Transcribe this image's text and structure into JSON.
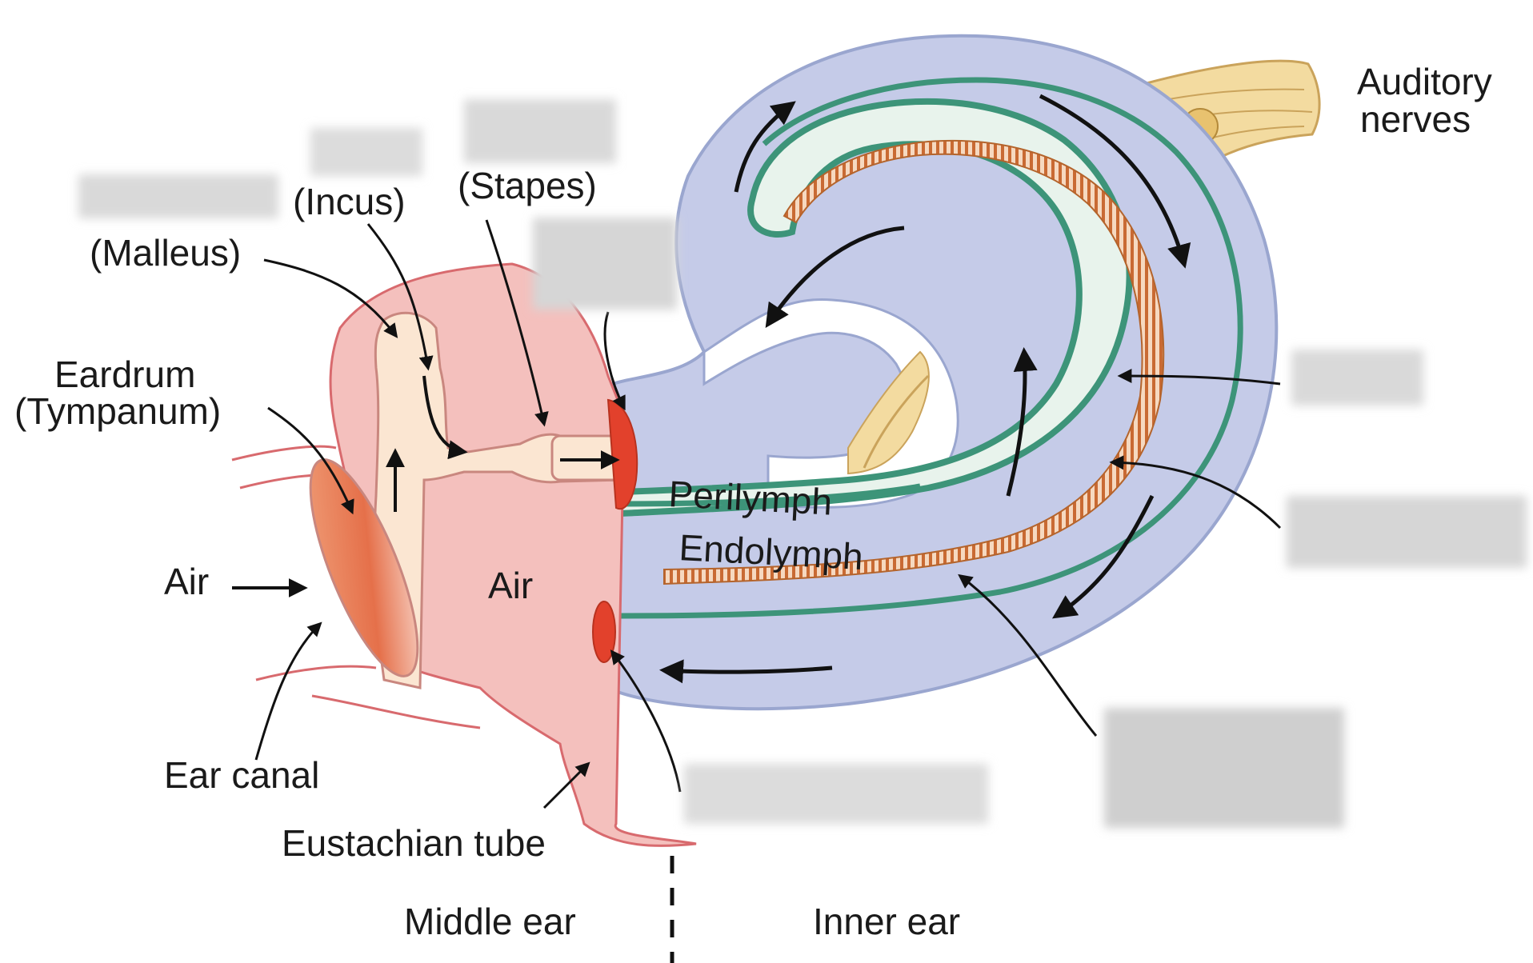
{
  "labels": {
    "malleus": "(Malleus)",
    "incus": "(Incus)",
    "stapes": "(Stapes)",
    "eardrum_line1": "Eardrum",
    "eardrum_line2": "(Tympanum)",
    "air_outer": "Air",
    "air_middle": "Air",
    "ear_canal": "Ear canal",
    "eustachian_tube": "Eustachian tube",
    "perilymph": "Perilymph",
    "endolymph": "Endolymph",
    "auditory_line1": "Auditory",
    "auditory_line2": "nerves",
    "middle_ear": "Middle ear",
    "inner_ear": "Inner ear"
  },
  "colors": {
    "tissue_pink": "#f4c0bd",
    "tissue_outline": "#d86a6e",
    "bone_cream": "#fbe6d2",
    "cochlea_blue": "#c5cbe8",
    "cochlea_outline": "#9aa6cf",
    "membrane_green": "#3d9479",
    "basilar_orange": "#d87a3e",
    "window_red": "#e2412c",
    "nerve_yellow": "#f3dba0",
    "redaction_gray": "#dcdcdc"
  }
}
